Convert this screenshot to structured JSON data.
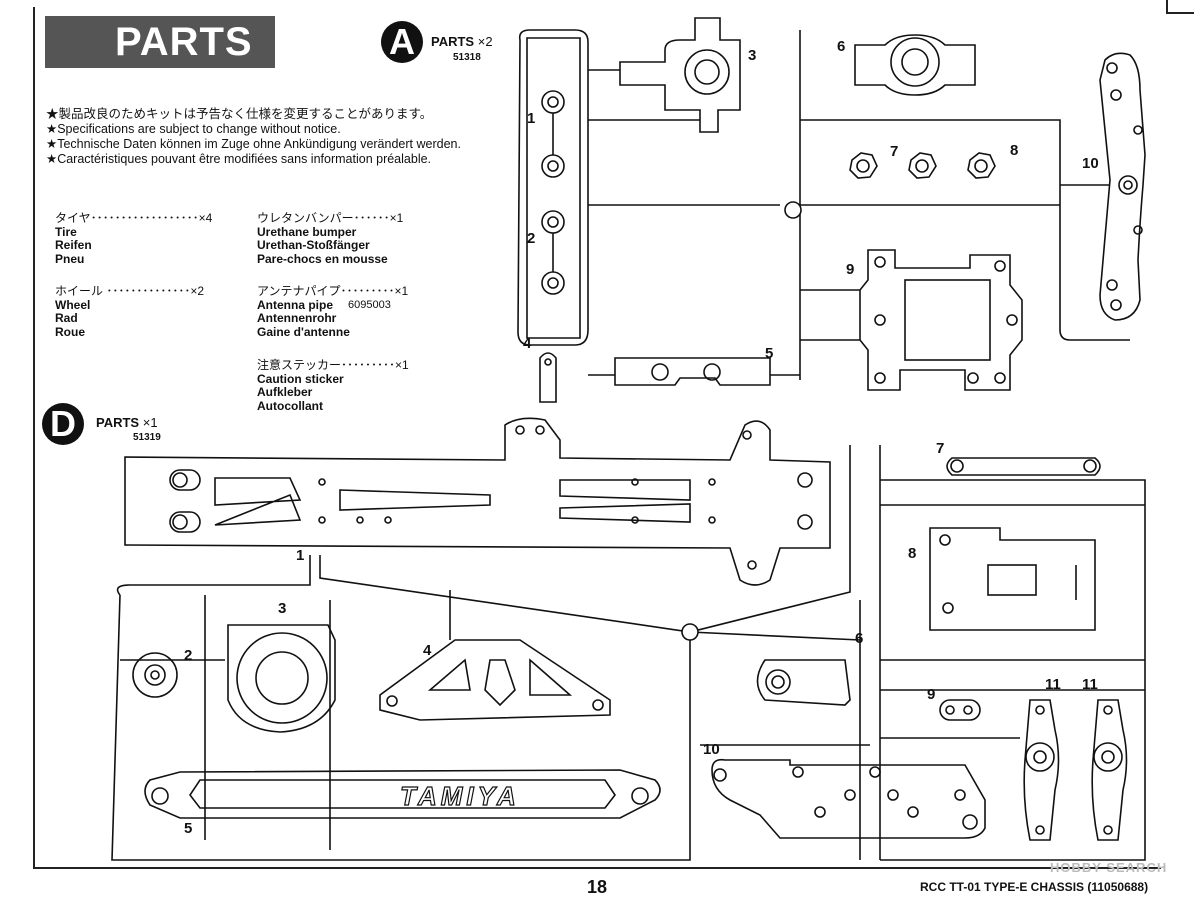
{
  "header": {
    "title": "PARTS"
  },
  "disclaimer": [
    "★製品改良のためキットは予告なく仕様を変更することがあります。",
    "★Specifications are subject to change without notice.",
    "★Technische Daten können im Zuge ohne Ankündigung verändert werden.",
    "★Caractéristiques pouvant être modifiées sans information préalable."
  ],
  "parts_list": {
    "tire": [
      "タイヤ･･････････････････×4",
      "Tire",
      "Reifen",
      "Pneu"
    ],
    "wheel": [
      "ホイール ･･････････････×2",
      "Wheel",
      "Rad",
      "Roue"
    ],
    "bumper": [
      "ウレタンバンパー･･････×1",
      "Urethane bumper",
      "Urethan-Stoßfänger",
      "Pare-chocs en mousse"
    ],
    "antenna": [
      "アンテナパイプ･････････×1",
      "Antenna pipe",
      "Antennenrohr",
      "Gaine d'antenne"
    ],
    "antenna_code": "6095003",
    "sticker": [
      "注意ステッカー･････････×1",
      "Caution sticker",
      "Aufkleber",
      "Autocollant"
    ]
  },
  "tree_a": {
    "letter": "A",
    "label": "PARTS",
    "qty": "×2",
    "code": "51318",
    "parts": [
      "1",
      "2",
      "3",
      "4",
      "5",
      "6",
      "7",
      "8",
      "9",
      "10"
    ]
  },
  "tree_d": {
    "letter": "D",
    "label": "PARTS",
    "qty": "×1",
    "code": "51319",
    "parts": [
      "1",
      "2",
      "3",
      "4",
      "5",
      "6",
      "7",
      "8",
      "9",
      "10",
      "11",
      "11"
    ],
    "logo_text": "TAMIYA"
  },
  "footer": {
    "page": "18",
    "title": "RCC TT-01 TYPE-E CHASSIS (11050688)"
  },
  "watermark": "HOBBY SEARCH"
}
